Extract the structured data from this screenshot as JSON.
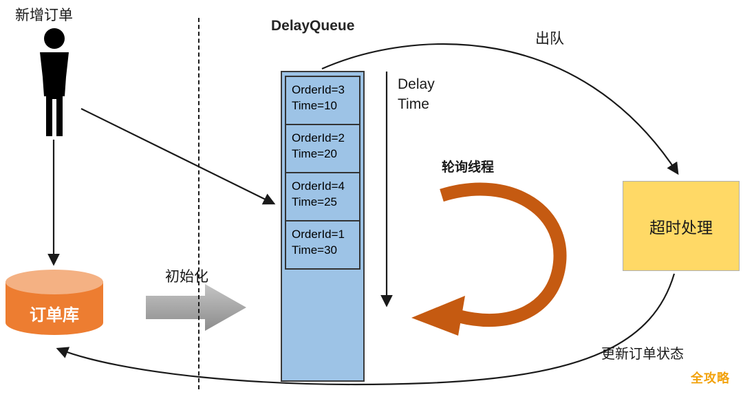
{
  "diagram": {
    "new_order_label": "新增订单",
    "queue_title": "DelayQueue",
    "delay_time_label": "Delay Time",
    "polling_thread_label": "轮询线程",
    "dequeue_label": "出队",
    "timeout_label": "超时处理",
    "update_status_label": "更新订单状态",
    "init_label": "初始化",
    "db_label": "订单库",
    "watermark": "全攻略"
  },
  "queue": {
    "items": [
      {
        "order_id": "OrderId=3",
        "time": "Time=10"
      },
      {
        "order_id": "OrderId=2",
        "time": "Time=20"
      },
      {
        "order_id": "OrderId=4",
        "time": "Time=25"
      },
      {
        "order_id": "OrderId=1",
        "time": "Time=30"
      }
    ]
  },
  "colors": {
    "queue_fill": "#9DC3E6",
    "db_orange": "#ED7D31",
    "db_top": "#F4B183",
    "timeout_fill": "#FFD966",
    "swirl_orange": "#C55A11",
    "gray_arrow": "#9E9E9E",
    "watermark_color": "#F2A20C"
  }
}
